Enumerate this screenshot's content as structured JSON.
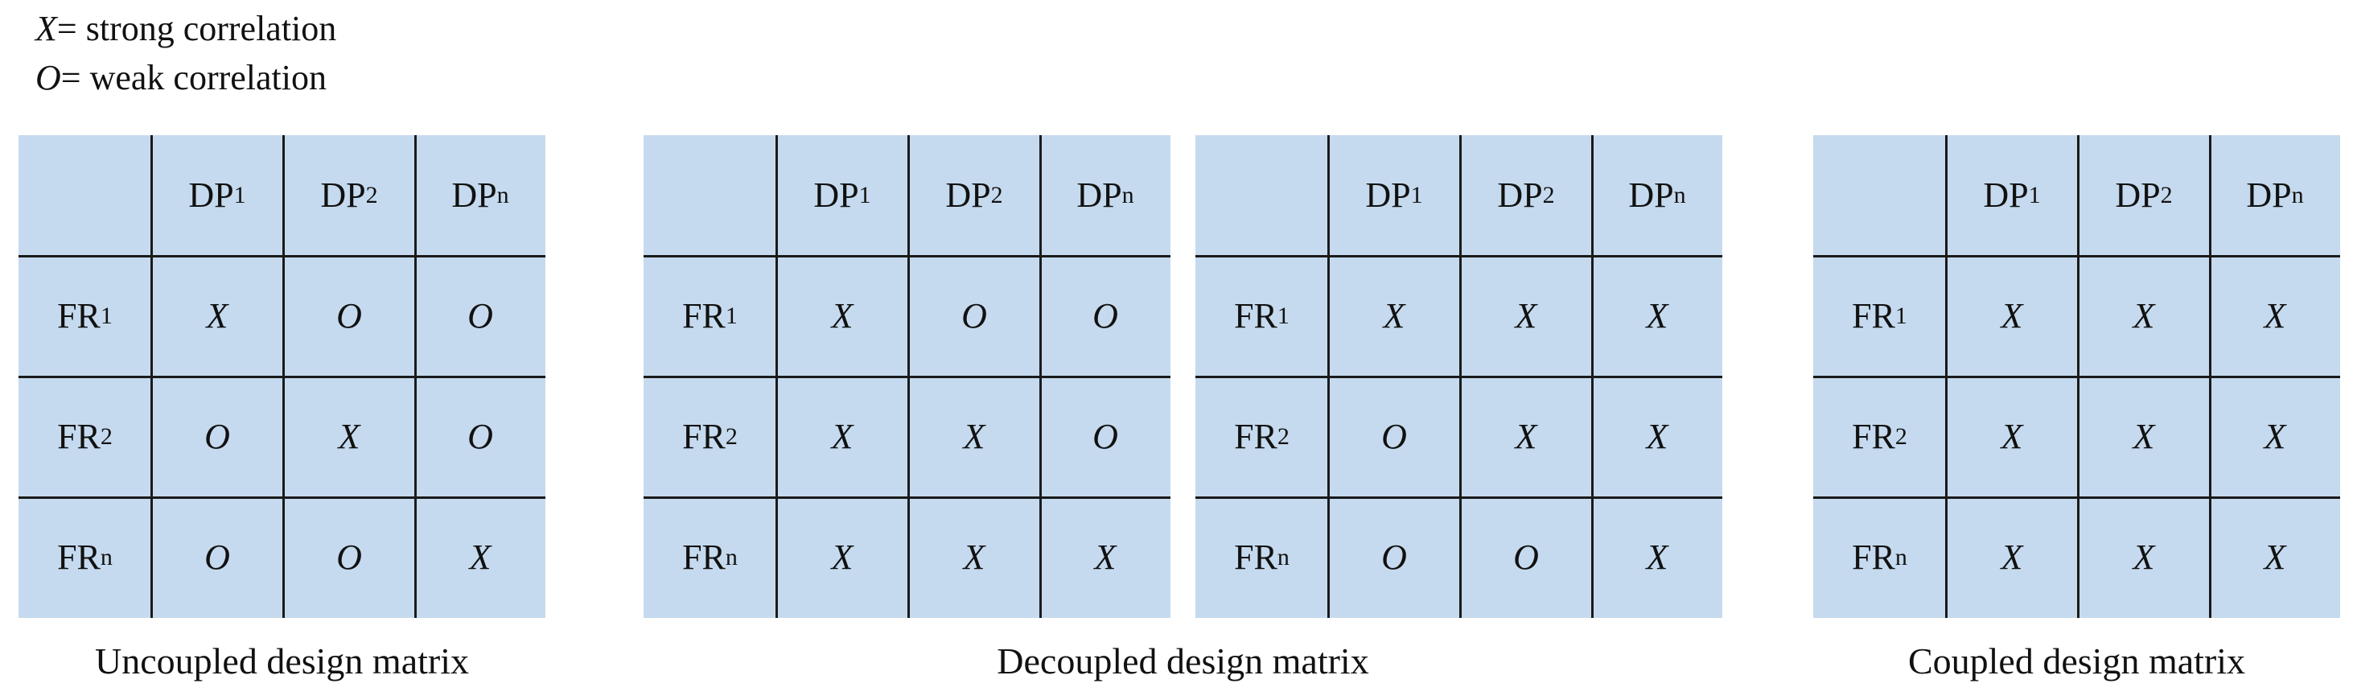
{
  "legend": {
    "strong_symbol": "X",
    "strong_text": "= strong correlation",
    "weak_symbol": "O",
    "weak_text": "= weak correlation"
  },
  "matrices": [
    {
      "col_headers": [
        {
          "base": "DP",
          "sub": "1"
        },
        {
          "base": "DP",
          "sub": "2"
        },
        {
          "base": "DP",
          "sub": "n"
        }
      ],
      "row_headers": [
        {
          "base": "FR",
          "sub": "1"
        },
        {
          "base": "FR",
          "sub": "2"
        },
        {
          "base": "FR",
          "sub": "n"
        }
      ],
      "cells": [
        [
          "X",
          "O",
          "O"
        ],
        [
          "O",
          "X",
          "O"
        ],
        [
          "O",
          "O",
          "X"
        ]
      ]
    },
    {
      "col_headers": [
        {
          "base": "DP",
          "sub": "1"
        },
        {
          "base": "DP",
          "sub": "2"
        },
        {
          "base": "DP",
          "sub": "n"
        }
      ],
      "row_headers": [
        {
          "base": "FR",
          "sub": "1"
        },
        {
          "base": "FR",
          "sub": "2"
        },
        {
          "base": "FR",
          "sub": "n"
        }
      ],
      "cells": [
        [
          "X",
          "O",
          "O"
        ],
        [
          "X",
          "X",
          "O"
        ],
        [
          "X",
          "X",
          "X"
        ]
      ]
    },
    {
      "col_headers": [
        {
          "base": "DP",
          "sub": "1"
        },
        {
          "base": "DP",
          "sub": "2"
        },
        {
          "base": "DP",
          "sub": "n"
        }
      ],
      "row_headers": [
        {
          "base": "FR",
          "sub": "1"
        },
        {
          "base": "FR",
          "sub": "2"
        },
        {
          "base": "FR",
          "sub": "n"
        }
      ],
      "cells": [
        [
          "X",
          "X",
          "X"
        ],
        [
          "O",
          "X",
          "X"
        ],
        [
          "O",
          "O",
          "X"
        ]
      ]
    },
    {
      "col_headers": [
        {
          "base": "DP",
          "sub": "1"
        },
        {
          "base": "DP",
          "sub": "2"
        },
        {
          "base": "DP",
          "sub": "n"
        }
      ],
      "row_headers": [
        {
          "base": "FR",
          "sub": "1"
        },
        {
          "base": "FR",
          "sub": "2"
        },
        {
          "base": "FR",
          "sub": "n"
        }
      ],
      "cells": [
        [
          "X",
          "X",
          "X"
        ],
        [
          "X",
          "X",
          "X"
        ],
        [
          "X",
          "X",
          "X"
        ]
      ]
    }
  ],
  "captions": {
    "uncoupled": "Uncoupled design matrix",
    "decoupled": "Decoupled design matrix",
    "coupled": "Coupled design matrix"
  }
}
